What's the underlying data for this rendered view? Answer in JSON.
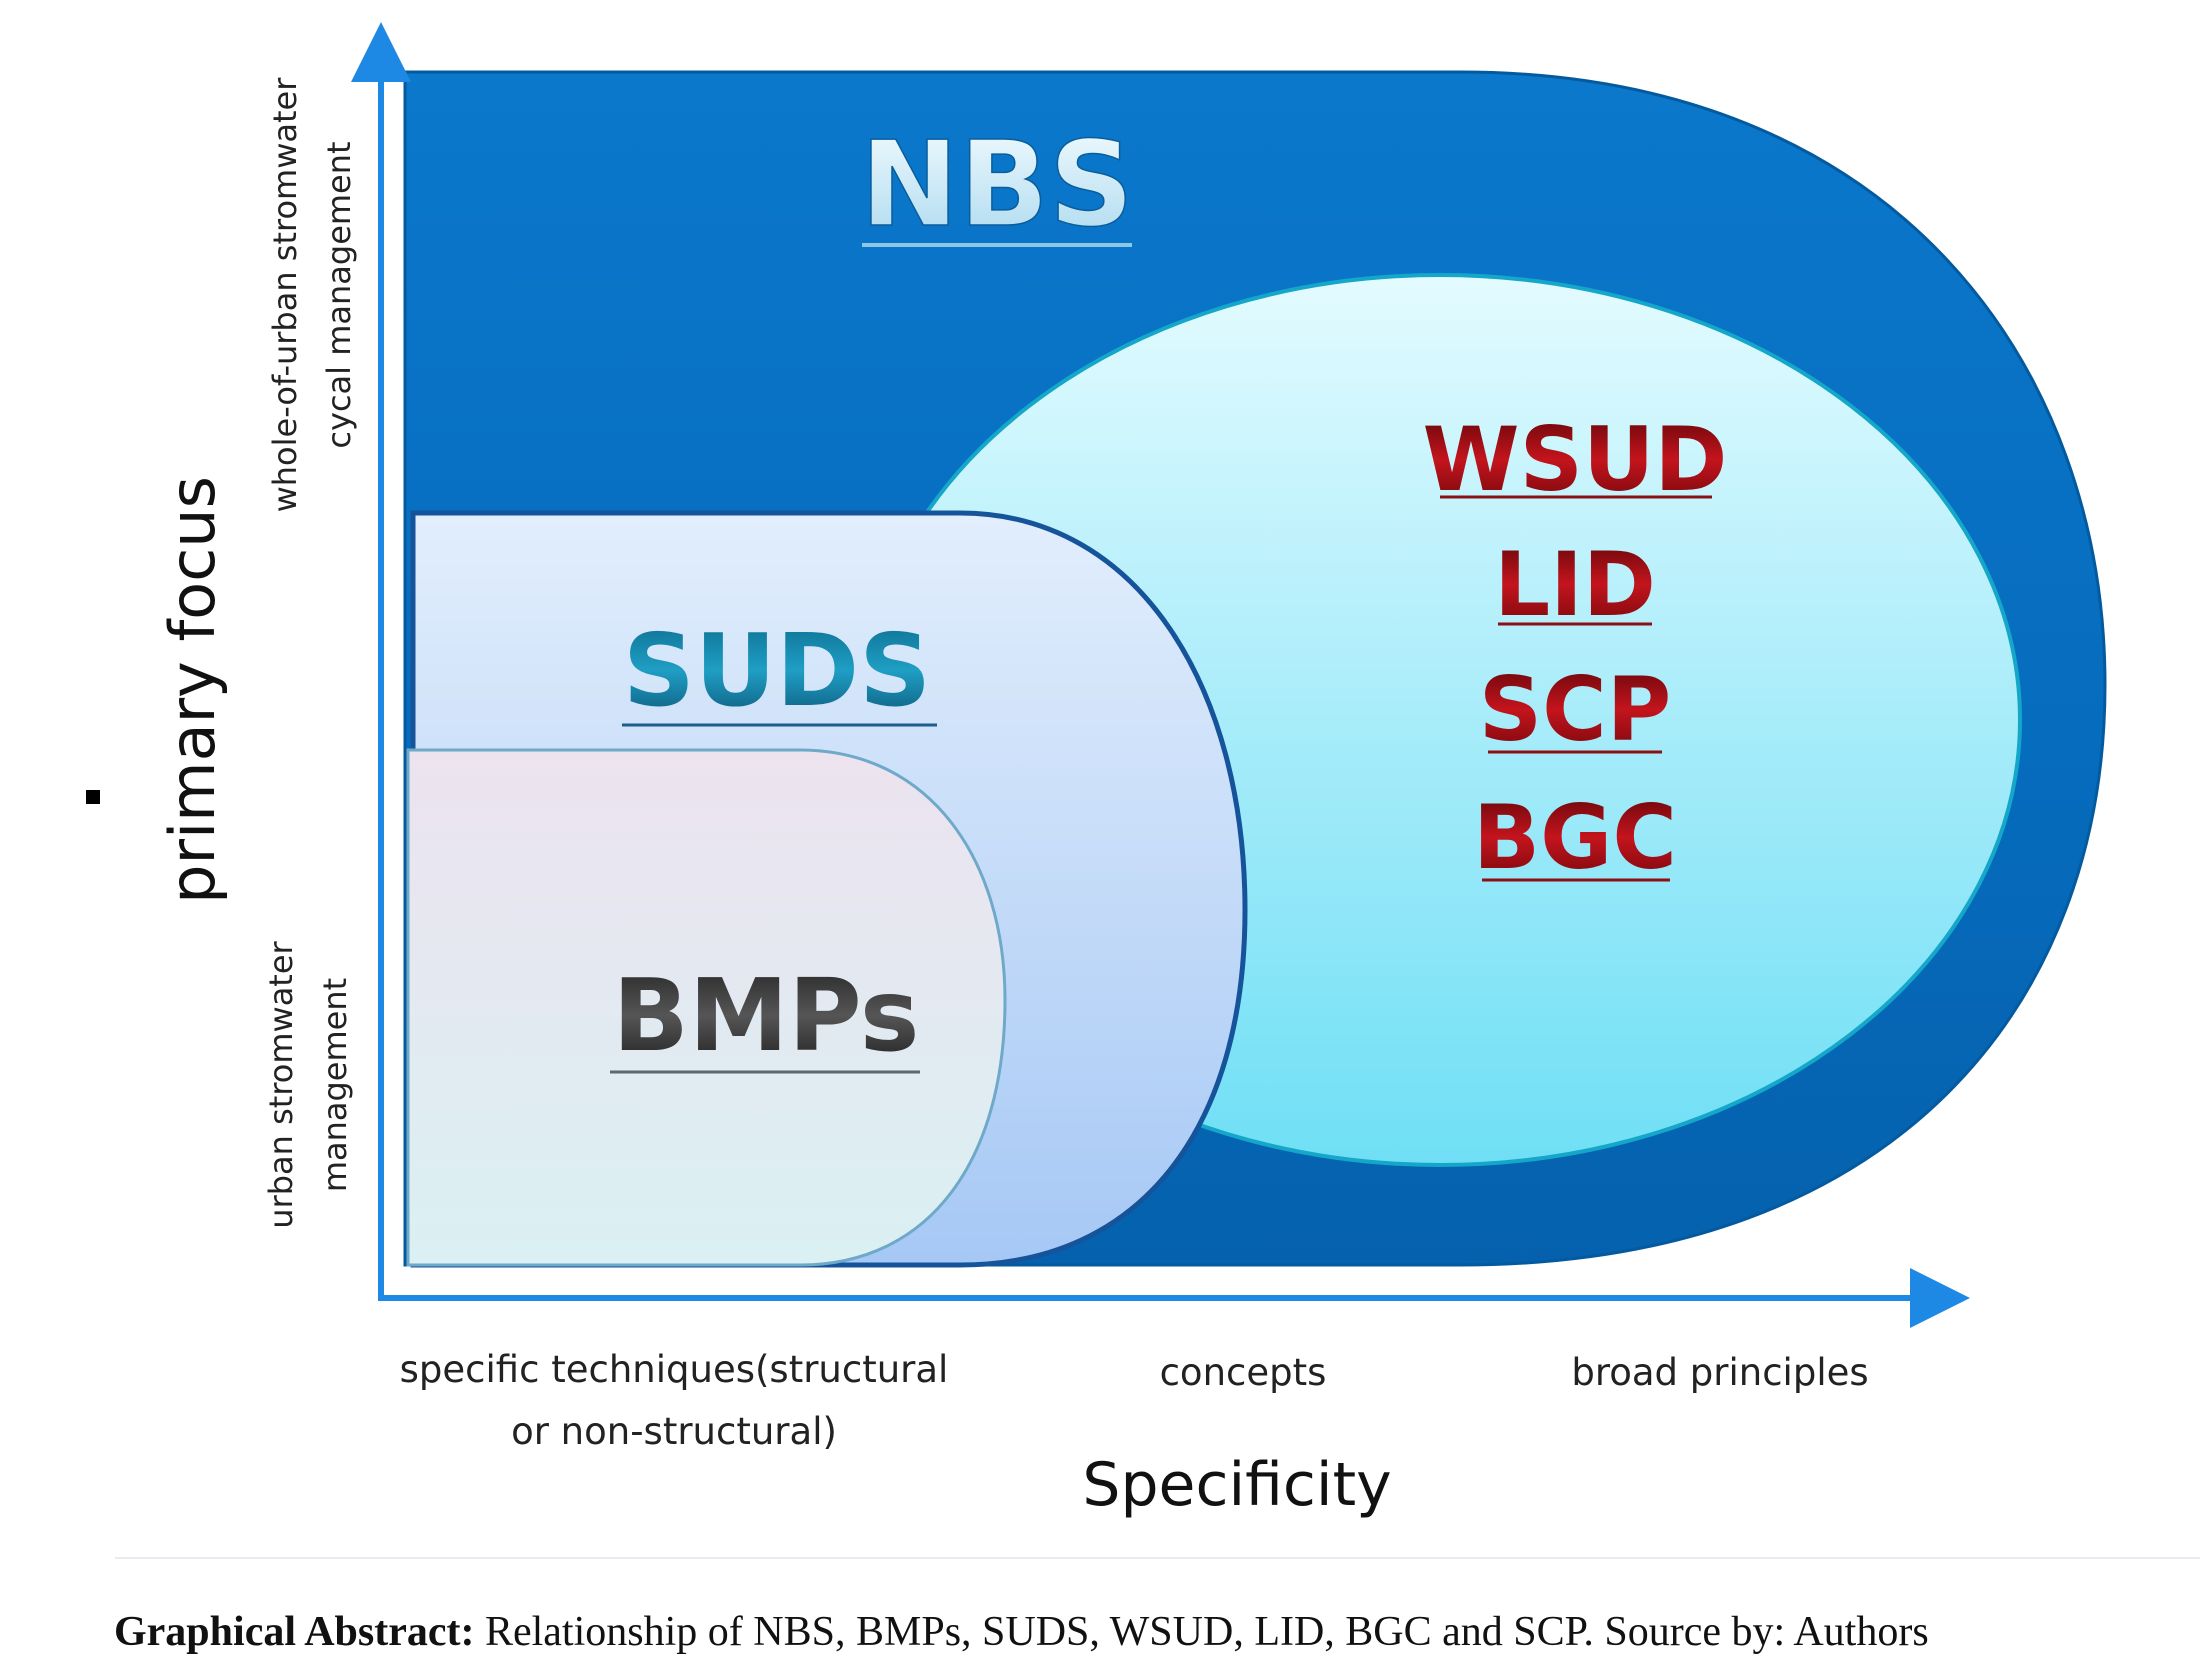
{
  "labels": {
    "nbs": "NBS",
    "suds": "SUDS",
    "bmps": "BMPs",
    "wsud": "WSUD",
    "lid": "LID",
    "scp": "SCP",
    "bgc": "BGC"
  },
  "y_axis": {
    "title": "primary focus",
    "top_label_line1": "whole-of-urban stromwater",
    "top_label_line2": "cycal management",
    "bottom_label_line1": "urban stromwater",
    "bottom_label_line2": "management"
  },
  "x_axis": {
    "title": "Specificity",
    "tick1_line1": "specific techniques(structural",
    "tick1_line2": "or non-structural)",
    "tick2": "concepts",
    "tick3": "broad principles"
  },
  "caption": {
    "bold": "Graphical Abstract:",
    "text": " Relationship of NBS, BMPs, SUDS, WSUD, LID, BGC and SCP. Source by: Authors"
  },
  "colors": {
    "nbs_blue": "#0a72c4",
    "axis_blue": "#1e88e5",
    "wsud_red": "#a10c14"
  }
}
